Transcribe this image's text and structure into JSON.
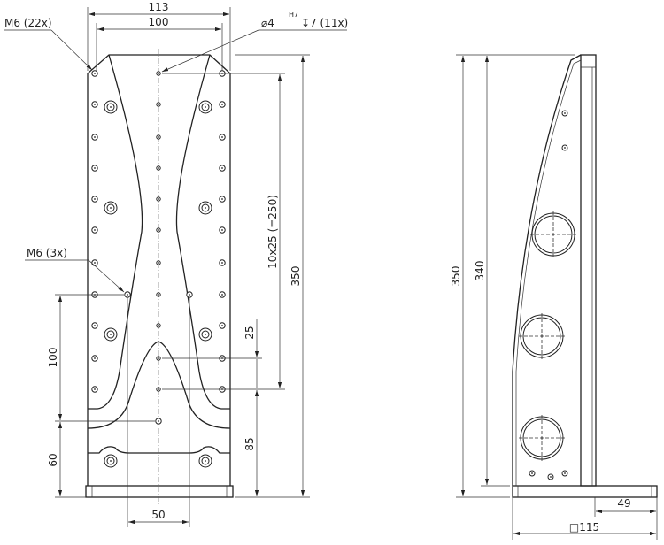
{
  "front_view": {
    "dim_width_outer": "113",
    "dim_width_inner": "100",
    "callout_m6_22": "M6 (22x)",
    "callout_pin_dia": "⌀4",
    "callout_pin_tol": "H7",
    "callout_pin_depth": "↧7 (11x)",
    "callout_m6_3": "M6 (3x)",
    "dim_pitch": "10x25 (=250)",
    "dim_height": "350",
    "dim_25": "25",
    "dim_85": "85",
    "dim_100": "100",
    "dim_60": "60",
    "dim_50": "50"
  },
  "side_view": {
    "dim_height": "350",
    "dim_340": "340",
    "dim_49": "49",
    "dim_base": "□115"
  }
}
